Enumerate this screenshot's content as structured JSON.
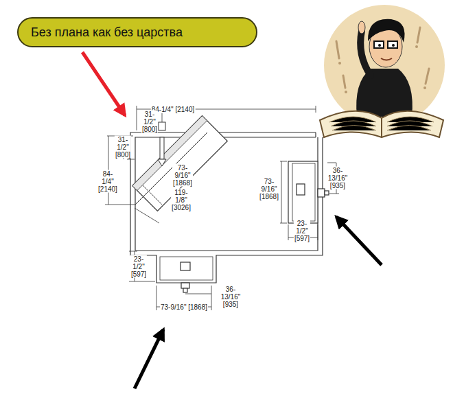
{
  "diagram": {
    "nodes": [
      {
        "text": [
          "Без плана как без царства"
        ]
      }
    ],
    "labels": [
      "84-1/4\" [2140]",
      "31-1/2\" [800]",
      "31-1/2\" [800]",
      "84-1/4\" [2140]",
      "73-9/16\" [1868]",
      "119-1/8\" [3026]",
      "73-9/16\" [1868]",
      "36-13/16\" [935]",
      "23-1/2\" [597]",
      "23-1/2\" [597]",
      "36-13/16\" [935]",
      "73-9/16\" [1868]"
    ]
  }
}
